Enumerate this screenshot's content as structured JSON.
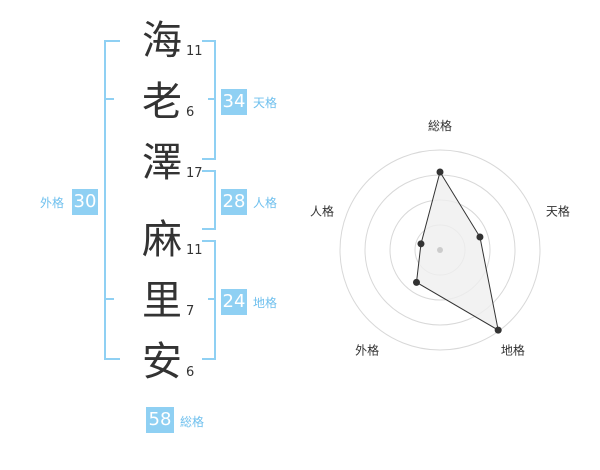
{
  "name": {
    "chars": [
      {
        "kanji": "海",
        "strokes": "11"
      },
      {
        "kanji": "老",
        "strokes": "6"
      },
      {
        "kanji": "澤",
        "strokes": "17"
      },
      {
        "kanji": "麻",
        "strokes": "11"
      },
      {
        "kanji": "里",
        "strokes": "7"
      },
      {
        "kanji": "安",
        "strokes": "6"
      }
    ]
  },
  "scores": {
    "tenkaku": {
      "label": "天格",
      "value": "34"
    },
    "jinkaku": {
      "label": "人格",
      "value": "28"
    },
    "chikaku": {
      "label": "地格",
      "value": "24"
    },
    "gaikaku": {
      "label": "外格",
      "value": "30"
    },
    "soukaku": {
      "label": "総格",
      "value": "58"
    }
  },
  "chart_data": {
    "type": "radar",
    "axes": [
      "総格",
      "天格",
      "地格",
      "外格",
      "人格"
    ],
    "values": [
      0.78,
      0.42,
      0.99,
      0.4,
      0.2
    ],
    "rings": 4,
    "colors": {
      "fill": "#efefef",
      "stroke": "#333333",
      "ring": "#d8d8d8",
      "center": "#cccccc"
    }
  },
  "colors": {
    "accent": "#8fd0f3",
    "accent_text": "#6fc0ee"
  }
}
